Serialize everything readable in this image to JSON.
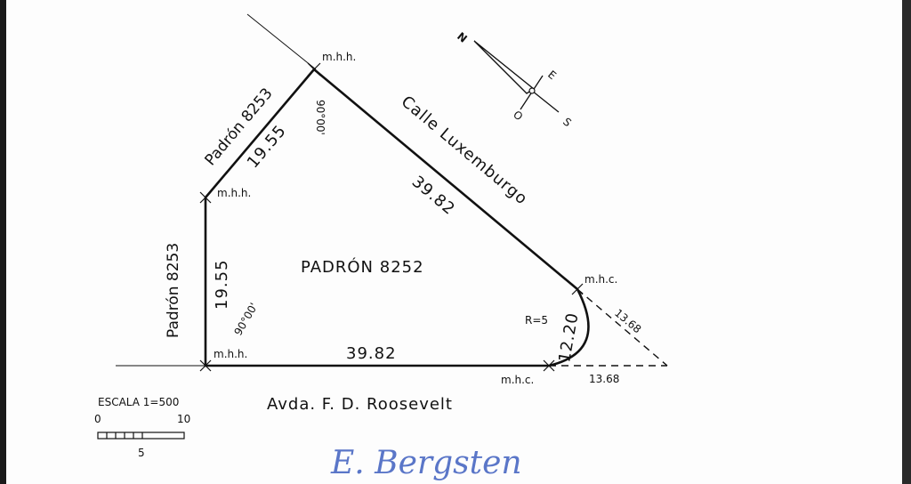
{
  "parcel": {
    "label": "PADRÓN 8252"
  },
  "neighbors": {
    "top": "Padrón 8253",
    "left": "Padrón 8253"
  },
  "streets": {
    "diagonal": "Calle Luxemburgo",
    "bottom": "Avda. F. D. Roosevelt"
  },
  "dimensions": {
    "top_left_edge": "19.55",
    "left_edge": "19.55",
    "diagonal_edge": "39.82",
    "bottom_edge": "39.82",
    "chamfer": "12.20",
    "radius": "R=5",
    "ext_diag": "13.68",
    "ext_bottom": "13.68"
  },
  "angles": {
    "top": "90°00'",
    "bottom_left": "90°00'"
  },
  "markers": {
    "top": "m.h.h.",
    "left_mid": "m.h.h.",
    "bottom_left": "m.h.h.",
    "right_upper": "m.h.c.",
    "right_lower": "m.h.c."
  },
  "compass": {
    "n": "N",
    "s": "S",
    "e": "E",
    "o": "O"
  },
  "scale": {
    "title": "ESCALA 1=500",
    "zero": "0",
    "ten": "10",
    "five": "5"
  },
  "signature": "E. Bergsten",
  "colors": {
    "ink": "#111111",
    "signature": "#5a76c8"
  }
}
